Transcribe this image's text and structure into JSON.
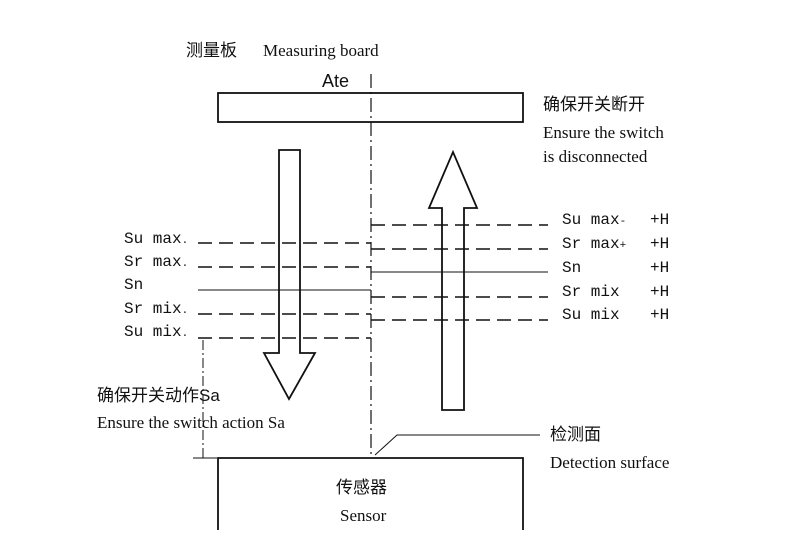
{
  "header": {
    "board_label_cn": "测量板",
    "board_label_en": "Measuring board",
    "ate_label": "Ate"
  },
  "disconnect": {
    "cn": "确保开关断开",
    "en_line1": "Ensure the switch",
    "en_line2": "is disconnected"
  },
  "left_levels": [
    {
      "label": "Su max",
      "mark": "."
    },
    {
      "label": "Sr max",
      "mark": "."
    },
    {
      "label": "Sn",
      "mark": ""
    },
    {
      "label": "Sr mix",
      "mark": "."
    },
    {
      "label": "Su mix",
      "mark": "."
    }
  ],
  "right_levels": [
    {
      "label": "Su max",
      "mark": "-",
      "suffix": "+H"
    },
    {
      "label": "Sr max",
      "mark": "+",
      "suffix": "+H"
    },
    {
      "label": "Sn",
      "mark": "",
      "suffix": "+H"
    },
    {
      "label": "Sr mix",
      "mark": "",
      "suffix": "+H"
    },
    {
      "label": "Su mix",
      "mark": "",
      "suffix": "+H"
    }
  ],
  "action": {
    "cn": "确保开关动作Sa",
    "en": "Ensure the switch action Sa"
  },
  "detection": {
    "cn": "检测面",
    "en": "Detection surface"
  },
  "sensor": {
    "cn": "传感器",
    "en": "Sensor"
  }
}
